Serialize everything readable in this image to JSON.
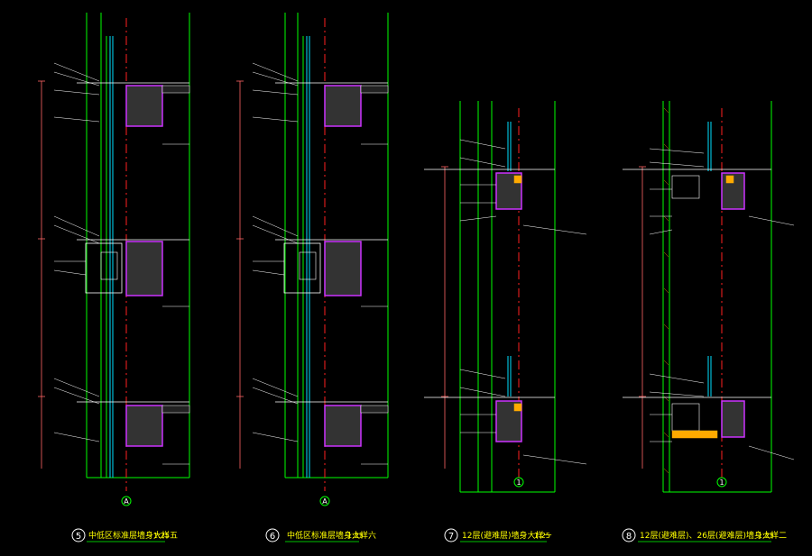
{
  "colors": {
    "background": "#000000",
    "frame": "#00ff00",
    "axis": "#ff2020",
    "dimension": "#ff6666",
    "glass": "#00e0ff",
    "finish": "#cc33ff",
    "title": "#ffff00",
    "text": "#ffffff"
  },
  "details": [
    {
      "number": "5",
      "title": "中低区标准层墙身大样五",
      "scale": "1:25",
      "axis_label": "A"
    },
    {
      "number": "6",
      "title": "中低区标准层墙身大样六",
      "scale": "1:25",
      "axis_label": "A"
    },
    {
      "number": "7",
      "title": "12层(避难层)墙身大样一",
      "scale": "1:25",
      "axis_label": "1"
    },
    {
      "number": "8",
      "title": "12层(避难层)、26层(避难层)墙身大样二",
      "scale": "1:25",
      "axis_label": "1"
    }
  ]
}
